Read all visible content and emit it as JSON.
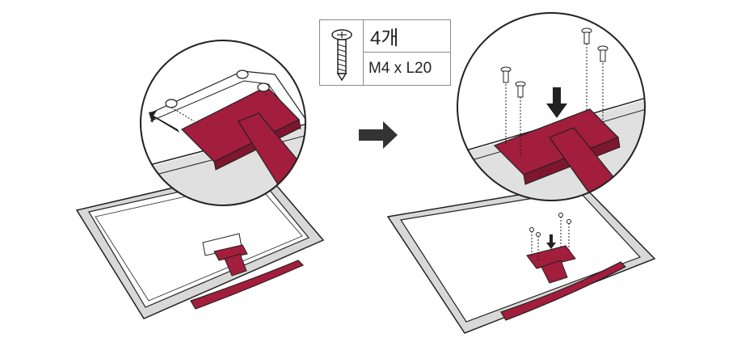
{
  "screw_spec": {
    "quantity": "4개",
    "size": "M4 x L20",
    "icon": "screw-icon"
  },
  "colors": {
    "stand": "#a31d3d",
    "stand_dark": "#7e1630",
    "outline": "#222222",
    "tv_shadow": "#d8d8d8",
    "arrow": "#333333"
  },
  "steps": [
    {
      "name": "step-attach-stand-base",
      "icon": "tv-with-stand"
    },
    {
      "name": "step-fasten-screws",
      "icon": "tv-with-screws"
    }
  ]
}
